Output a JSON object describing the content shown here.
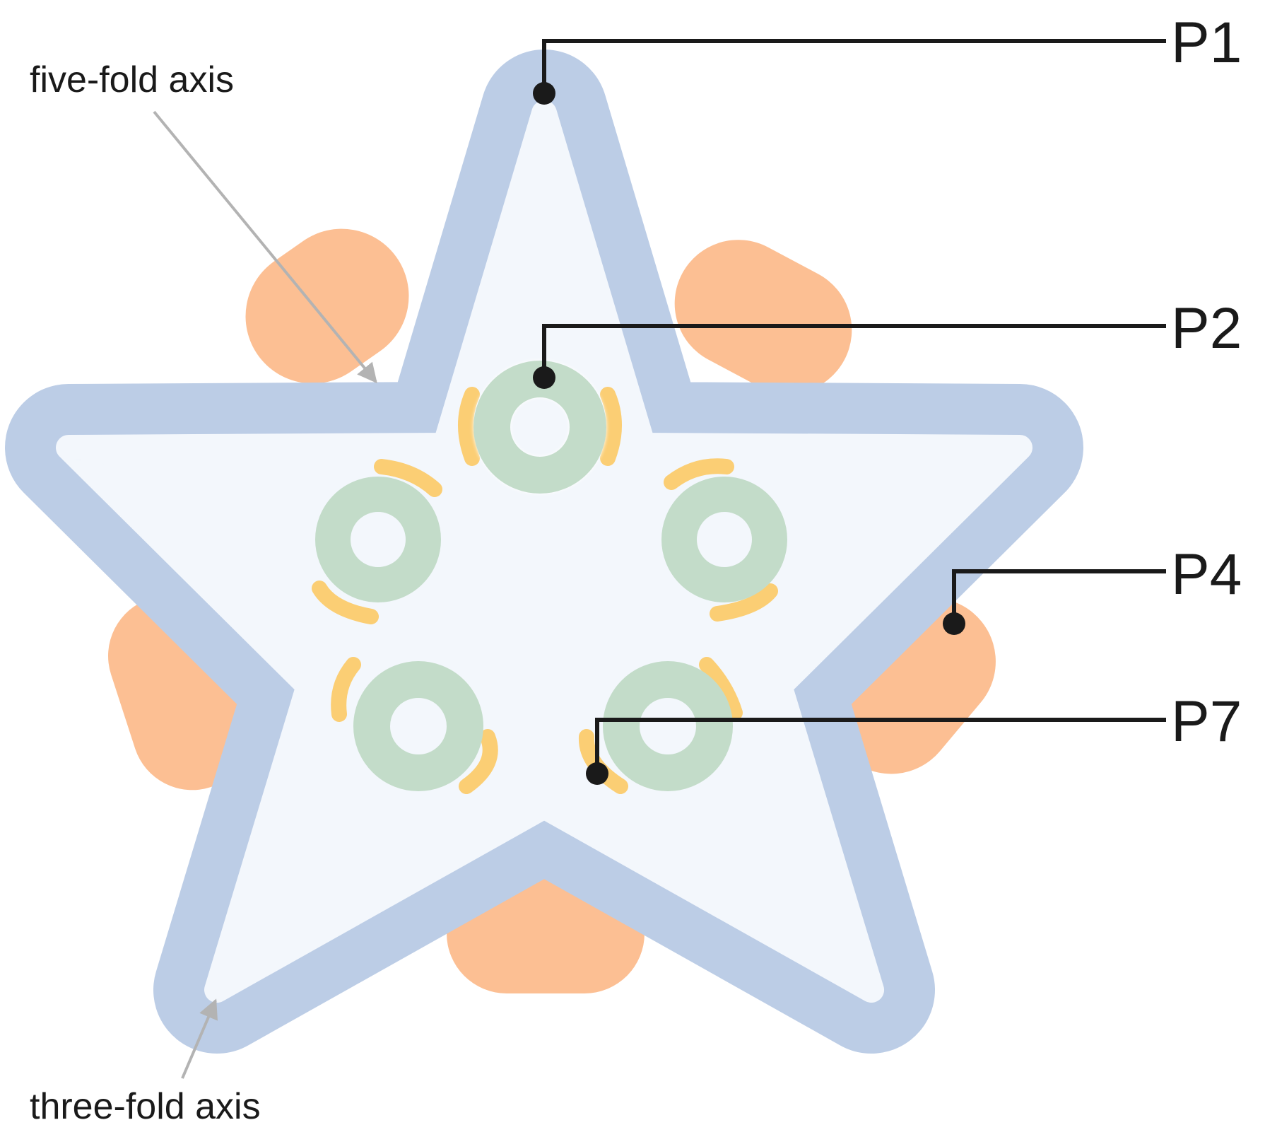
{
  "axis_labels": {
    "five_fold": "five-fold axis",
    "three_fold": "three-fold axis"
  },
  "protein_labels": [
    "P1",
    "P2",
    "P4",
    "P7"
  ],
  "colors": {
    "shell": "#bccde6",
    "core": "#f3f7fc",
    "p4_blob": "#fcbf93",
    "ring": "#c3dcc9",
    "clip": "#fbce74",
    "leader": "#1a1a1a",
    "arrow": "#b3b3b3"
  }
}
